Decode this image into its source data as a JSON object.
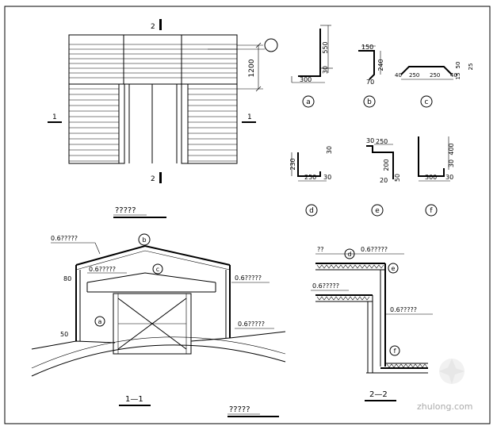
{
  "plan": {
    "title": "?????",
    "cut_top": "2",
    "cut_bottom": "2",
    "cut_left": "1",
    "cut_right": "1",
    "dim_height": "1200"
  },
  "details": {
    "a": {
      "label": "a",
      "dims": [
        "550",
        "30",
        "300"
      ]
    },
    "b": {
      "label": "b",
      "dims": [
        "150",
        "240",
        "70"
      ]
    },
    "c": {
      "label": "c",
      "dims": [
        "40",
        "250",
        "250",
        "40",
        "50",
        "15",
        "25"
      ]
    },
    "d": {
      "label": "d",
      "dims": [
        "30",
        "230",
        "250",
        "30"
      ]
    },
    "e": {
      "label": "e",
      "dims": [
        "30",
        "250",
        "200",
        "20",
        "50"
      ]
    },
    "f": {
      "label": "f",
      "dims": [
        "400",
        "30",
        "300",
        "30"
      ]
    }
  },
  "section11": {
    "title": "1—1",
    "label_roof": "0.6?????",
    "label_canopy": "0.6?????",
    "label_wall": "0.6?????",
    "label_lower": "0.6?????",
    "dim_80": "80",
    "dim_50": "50",
    "callout_b": "b",
    "callout_c": "c",
    "callout_a": "a"
  },
  "section22": {
    "title": "2—2",
    "label_top_left": "??",
    "label_top": "0.6?????",
    "label_mid": "0.6?????",
    "label_right": "0.6?????",
    "callout_d": "d",
    "callout_e": "e",
    "callout_f": "f"
  },
  "bottom_title": "?????",
  "watermark": "zhulong.com"
}
